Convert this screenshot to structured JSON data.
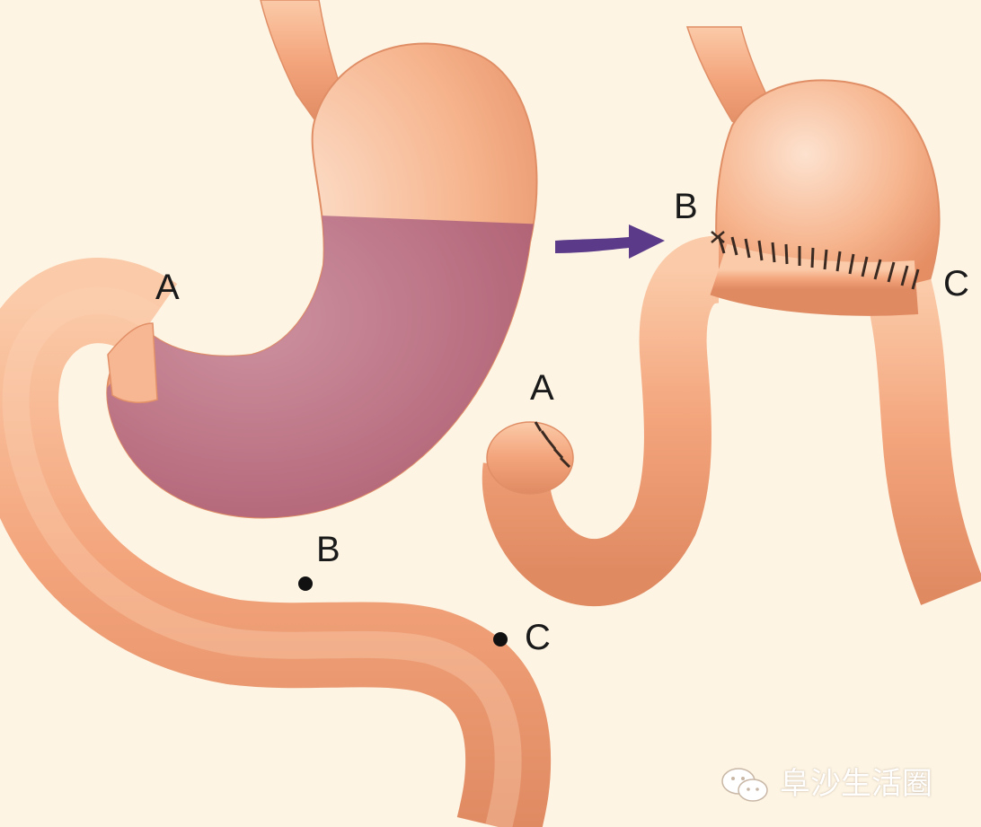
{
  "labels": {
    "before_a": "A",
    "before_b": "B",
    "before_c": "C",
    "after_b": "B",
    "after_c": "C",
    "after_a": "A"
  },
  "watermark": {
    "icon": "wechat-icon",
    "text": "阜沙生活圈"
  },
  "colors": {
    "background": "#fdf4e3",
    "organ": "#f4a77e",
    "resected_region": "#b5647a",
    "arrow": "#5b3a8a",
    "suture": "#3a2a22"
  }
}
